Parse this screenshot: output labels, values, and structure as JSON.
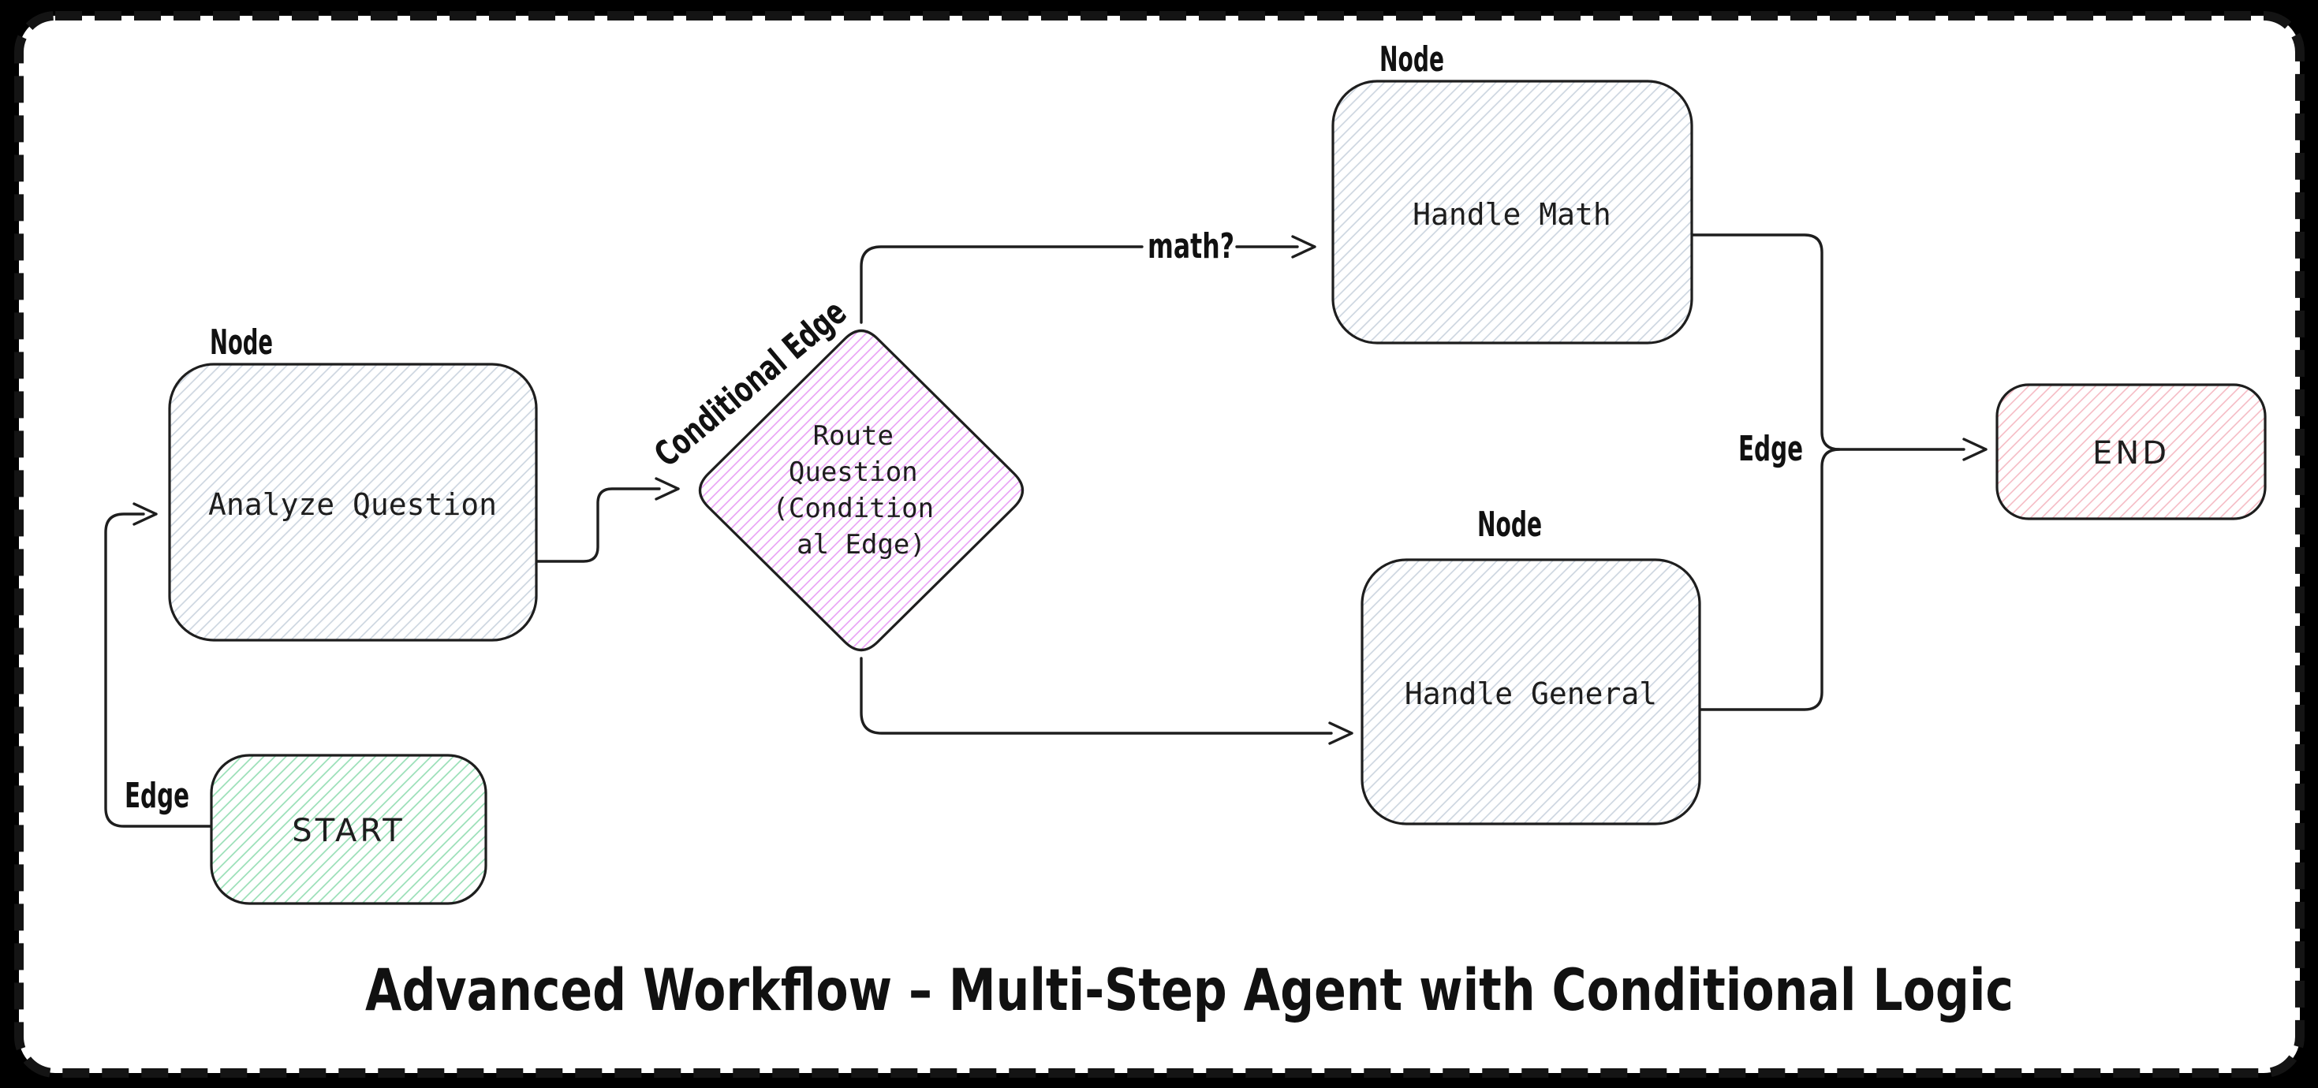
{
  "title": {
    "text": "Advanced Workflow – Multi-Step Agent with Conditional Logic"
  },
  "nodes": {
    "analyze": {
      "label": "Analyze Question",
      "tag": "Node"
    },
    "start": {
      "label": "START",
      "tag": "Edge"
    },
    "handle_math": {
      "label": "Handle Math",
      "tag": "Node"
    },
    "handle_general": {
      "label": "Handle General",
      "tag": "Node"
    },
    "end": {
      "label": "END",
      "tag": "Edge"
    },
    "route": {
      "lines": [
        "Route",
        "Question",
        "(Condition",
        "al Edge)"
      ]
    }
  },
  "edges": {
    "conditional_label": "Conditional Edge",
    "math_label": "math?"
  },
  "colors": {
    "shape_stroke": "#1e1e1e",
    "node_hatch": "#bcc8d6",
    "start_hatch": "#7fd7a4",
    "route_hatch": "#e07ef2",
    "end_hatch": "#f2a8b4",
    "frame_border": "#141414",
    "canvas_background": "#ffffff"
  }
}
